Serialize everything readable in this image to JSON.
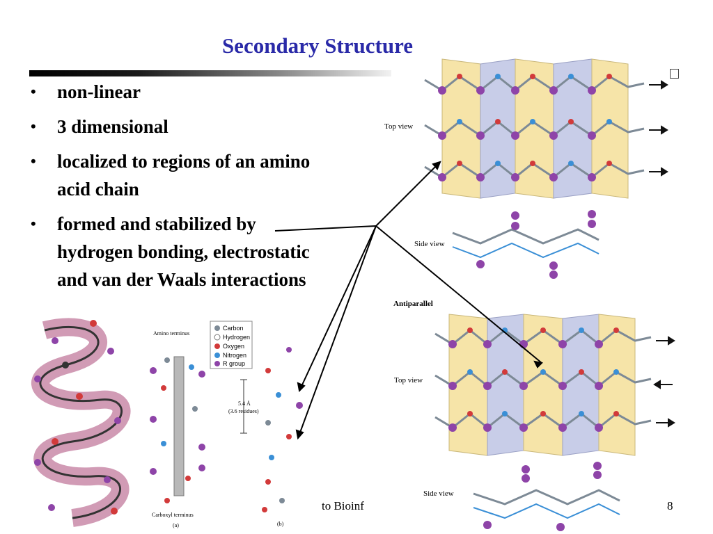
{
  "slide": {
    "title": "Secondary Structure",
    "bullets": [
      "non-linear",
      "3 dimensional",
      "localized to regions of an amino acid chain",
      "formed and stabilized by hydrogen bonding, electrostatic and van der Waals interactions"
    ],
    "footer_text": "to Bioinf",
    "page_number": "8"
  },
  "figure_right": {
    "top_view_label": "Top view",
    "side_view_label": "Side view",
    "antiparallel_label": "Antiparallel",
    "top_view_label_2": "Top view",
    "side_view_label_2": "Side view"
  },
  "figure_helix": {
    "amino_terminus": "Amino terminus",
    "carboxyl_terminus": "Carboxyl terminus",
    "label_a": "(a)",
    "label_b": "(b)",
    "pitch_label": "5.4 Å",
    "pitch_residues": "(3.6 residues)",
    "legend": [
      "Carbon",
      "Hydrogen",
      "Oxygen",
      "Nitrogen",
      "R group"
    ]
  },
  "colors": {
    "title": "#2a2aa8",
    "sheet_yellow": "#f6e4a8",
    "sheet_blue": "#c8cde8",
    "carbon": "#7d8a96",
    "oxygen": "#d23a3a",
    "nitrogen": "#3a8fd6",
    "r_group": "#8e44a8",
    "helix_ribbon": "#c98aa8"
  }
}
